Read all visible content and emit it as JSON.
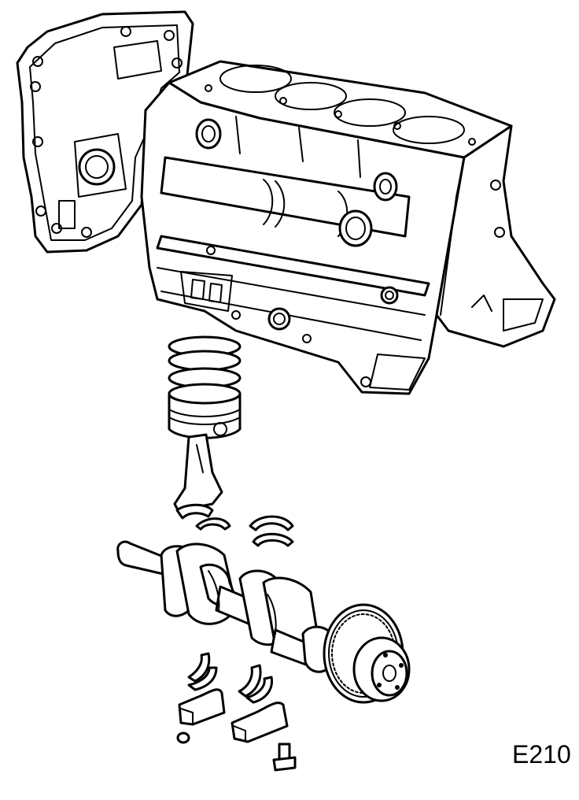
{
  "figure": {
    "code": "E210",
    "line_color": "#000000",
    "background": "#ffffff"
  },
  "parts": [
    "timing-cover",
    "cylinder-block",
    "piston-with-rings",
    "connecting-rod",
    "connecting-rod-bearing-shells",
    "crankshaft",
    "crankshaft-sprocket",
    "main-bearing-shells",
    "main-bearing-caps",
    "cap-bolt",
    "dowel"
  ]
}
